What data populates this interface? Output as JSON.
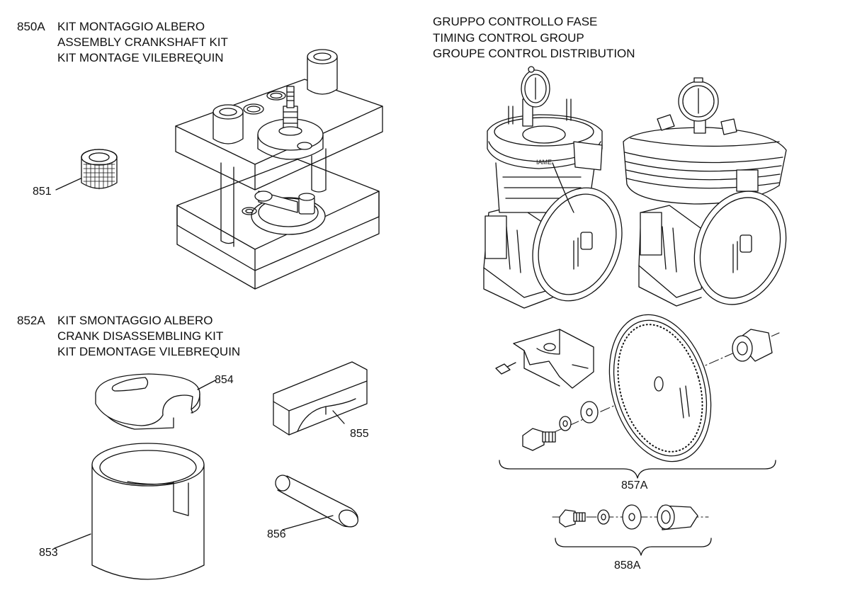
{
  "left_top": {
    "code": "850A",
    "lines": [
      "KIT MONTAGGIO ALBERO",
      "ASSEMBLY CRANKSHAFT KIT",
      "KIT MONTAGE VILEBREQUIN"
    ]
  },
  "left_bottom": {
    "code": "852A",
    "lines": [
      "KIT SMONTAGGIO ALBERO",
      "CRANK DISASSEMBLING KIT",
      "KIT DEMONTAGE VILEBREQUIN"
    ]
  },
  "right": {
    "lines": [
      "GRUPPO CONTROLLO FASE",
      "TIMING CONTROL GROUP",
      "GROUPE CONTROL DISTRIBUTION"
    ]
  },
  "parts": {
    "p851": "851",
    "p853": "853",
    "p854": "854",
    "p855": "855",
    "p856": "856",
    "p857A": "857A",
    "p858A": "858A"
  },
  "logo_text": "IAME"
}
